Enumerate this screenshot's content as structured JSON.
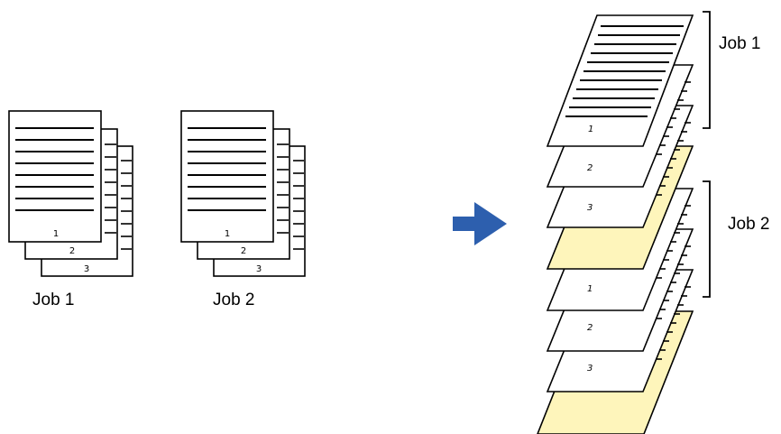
{
  "colors": {
    "paper": "#ffffff",
    "separator": "#fef5bb",
    "arrow": "#2d5fae",
    "ink": "#000000"
  },
  "left_stacks": [
    {
      "caption": "Job 1",
      "page_numbers": [
        "1",
        "2",
        "3"
      ]
    },
    {
      "caption": "Job 2",
      "page_numbers": [
        "1",
        "2",
        "3"
      ]
    }
  ],
  "arrow": {
    "icon": "right-arrow-icon"
  },
  "output_stack": {
    "bracket_labels": [
      "Job 1",
      "Job 2"
    ],
    "job1_page_numbers": [
      "1",
      "2",
      "3"
    ],
    "job2_page_numbers": [
      "1",
      "2",
      "3"
    ]
  }
}
